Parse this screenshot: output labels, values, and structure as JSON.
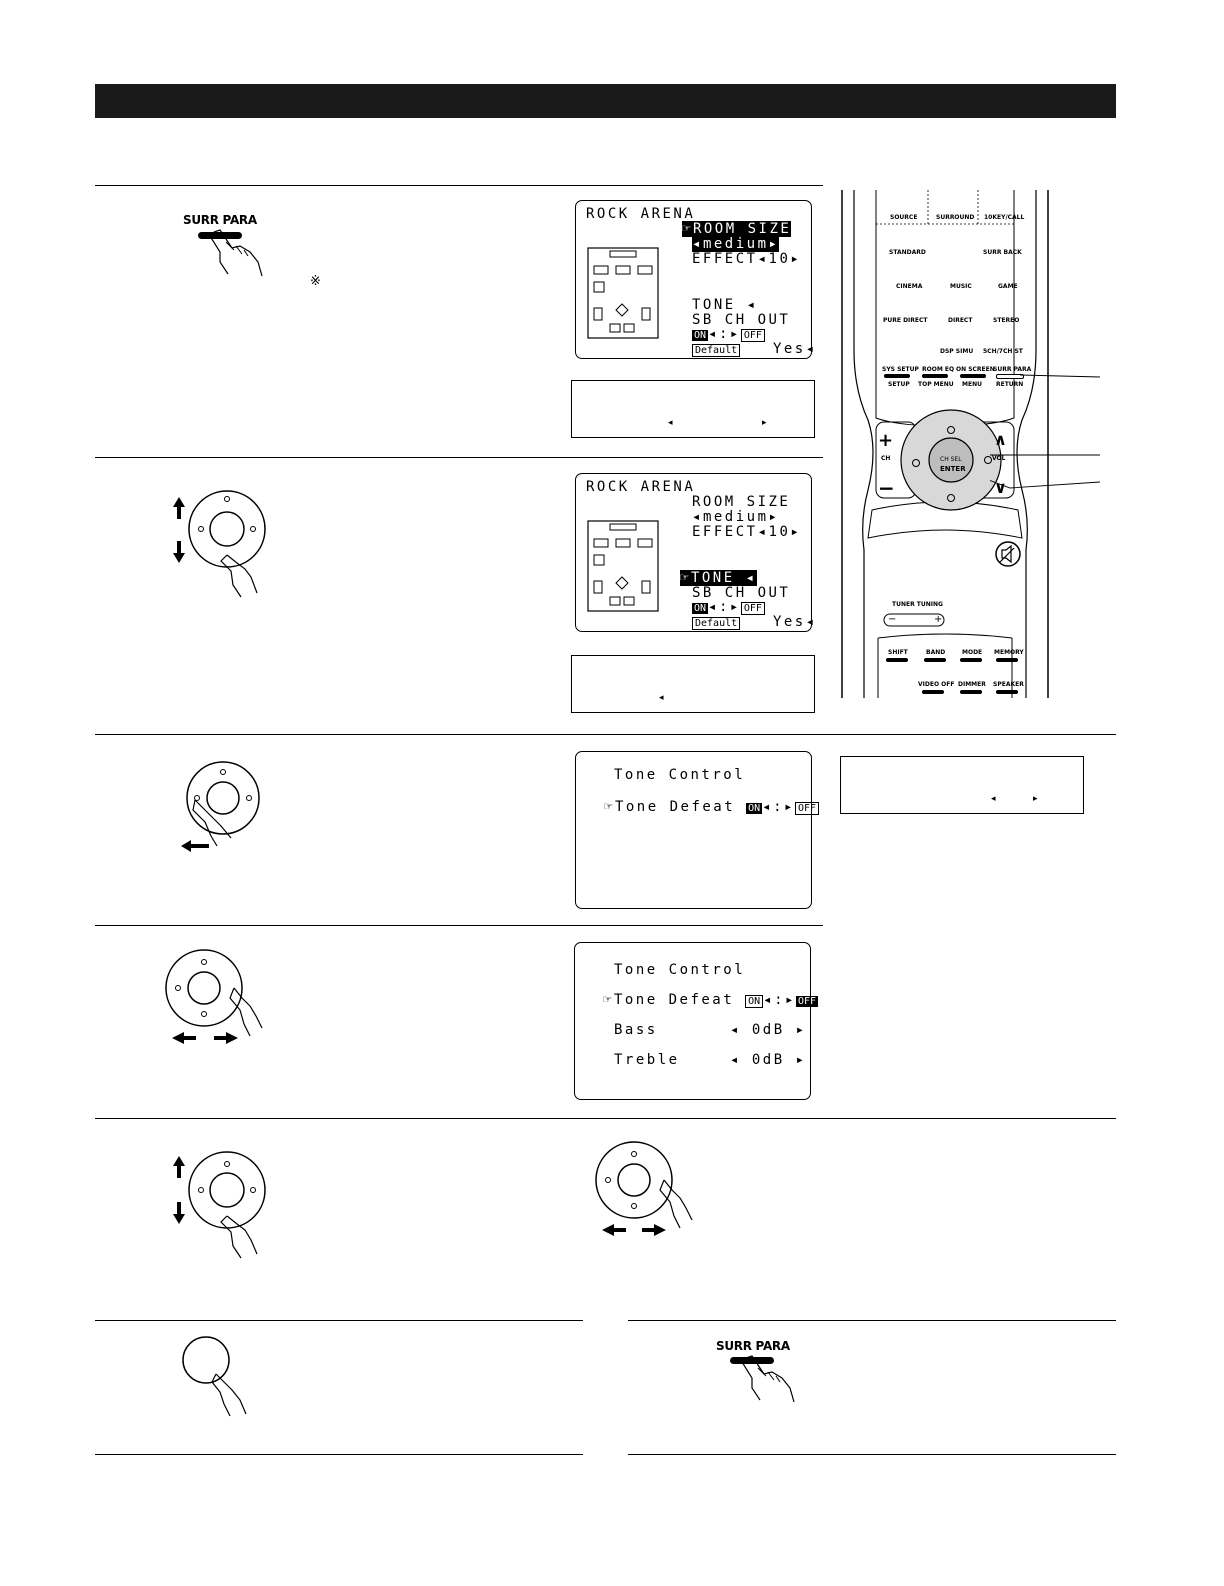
{
  "osd1": {
    "title": "ROCK ARENA",
    "room_size": "ROOM SIZE",
    "room_value": "medium",
    "effect": "EFFECT",
    "effect_value": "10",
    "tone": "TONE",
    "sb": "SB CH OUT",
    "on": "ON",
    "off": "OFF",
    "default": "Default",
    "yes": "Yes"
  },
  "osd2": {
    "title": "ROCK ARENA",
    "room_size": "ROOM SIZE",
    "room_value": "medium",
    "effect": "EFFECT",
    "effect_value": "10",
    "tone": "TONE",
    "sb": "SB CH OUT",
    "on": "ON",
    "off": "OFF",
    "default": "Default",
    "yes": "Yes"
  },
  "osd3": {
    "title": "Tone Control",
    "defeat": "Tone Defeat",
    "on": "ON",
    "off": "OFF"
  },
  "osd4": {
    "title": "Tone Control",
    "defeat": "Tone Defeat",
    "on": "ON",
    "off": "OFF",
    "bass": "Bass",
    "bass_value": "0dB",
    "treble": "Treble",
    "treble_value": "0dB"
  },
  "note_symbol": "※",
  "button_label": "SURR PARA",
  "remote": {
    "top_row": [
      "SOURCE",
      "SURROUND",
      "10KEY/CALL"
    ],
    "standard": "STANDARD",
    "surr_back": "SURR BACK",
    "cinema": "CINEMA",
    "music": "MUSIC",
    "game": "GAME",
    "pure_direct": "PURE DIRECT",
    "direct": "DIRECT",
    "stereo": "STEREO",
    "dsp_simu": "DSP SIMU",
    "ch_st": "5CH/7CH ST",
    "sys_setup": "SYS SETUP",
    "room_eq": "ROOM EQ",
    "on_screen": "ON SCREEN",
    "surr_para": "SURR PARA",
    "setup": "SETUP",
    "top_menu": "TOP MENU",
    "menu": "MENU",
    "return": "RETURN",
    "ch": "CH",
    "vol": "VOL",
    "ch_sel": "CH SEL",
    "enter": "ENTER",
    "tuner_tuning": "TUNER TUNING",
    "shift": "SHIFT",
    "band": "BAND",
    "mode": "MODE",
    "memory": "MEMORY",
    "video_off": "VIDEO OFF",
    "dimmer": "DIMMER",
    "speaker": "SPEAKER"
  }
}
